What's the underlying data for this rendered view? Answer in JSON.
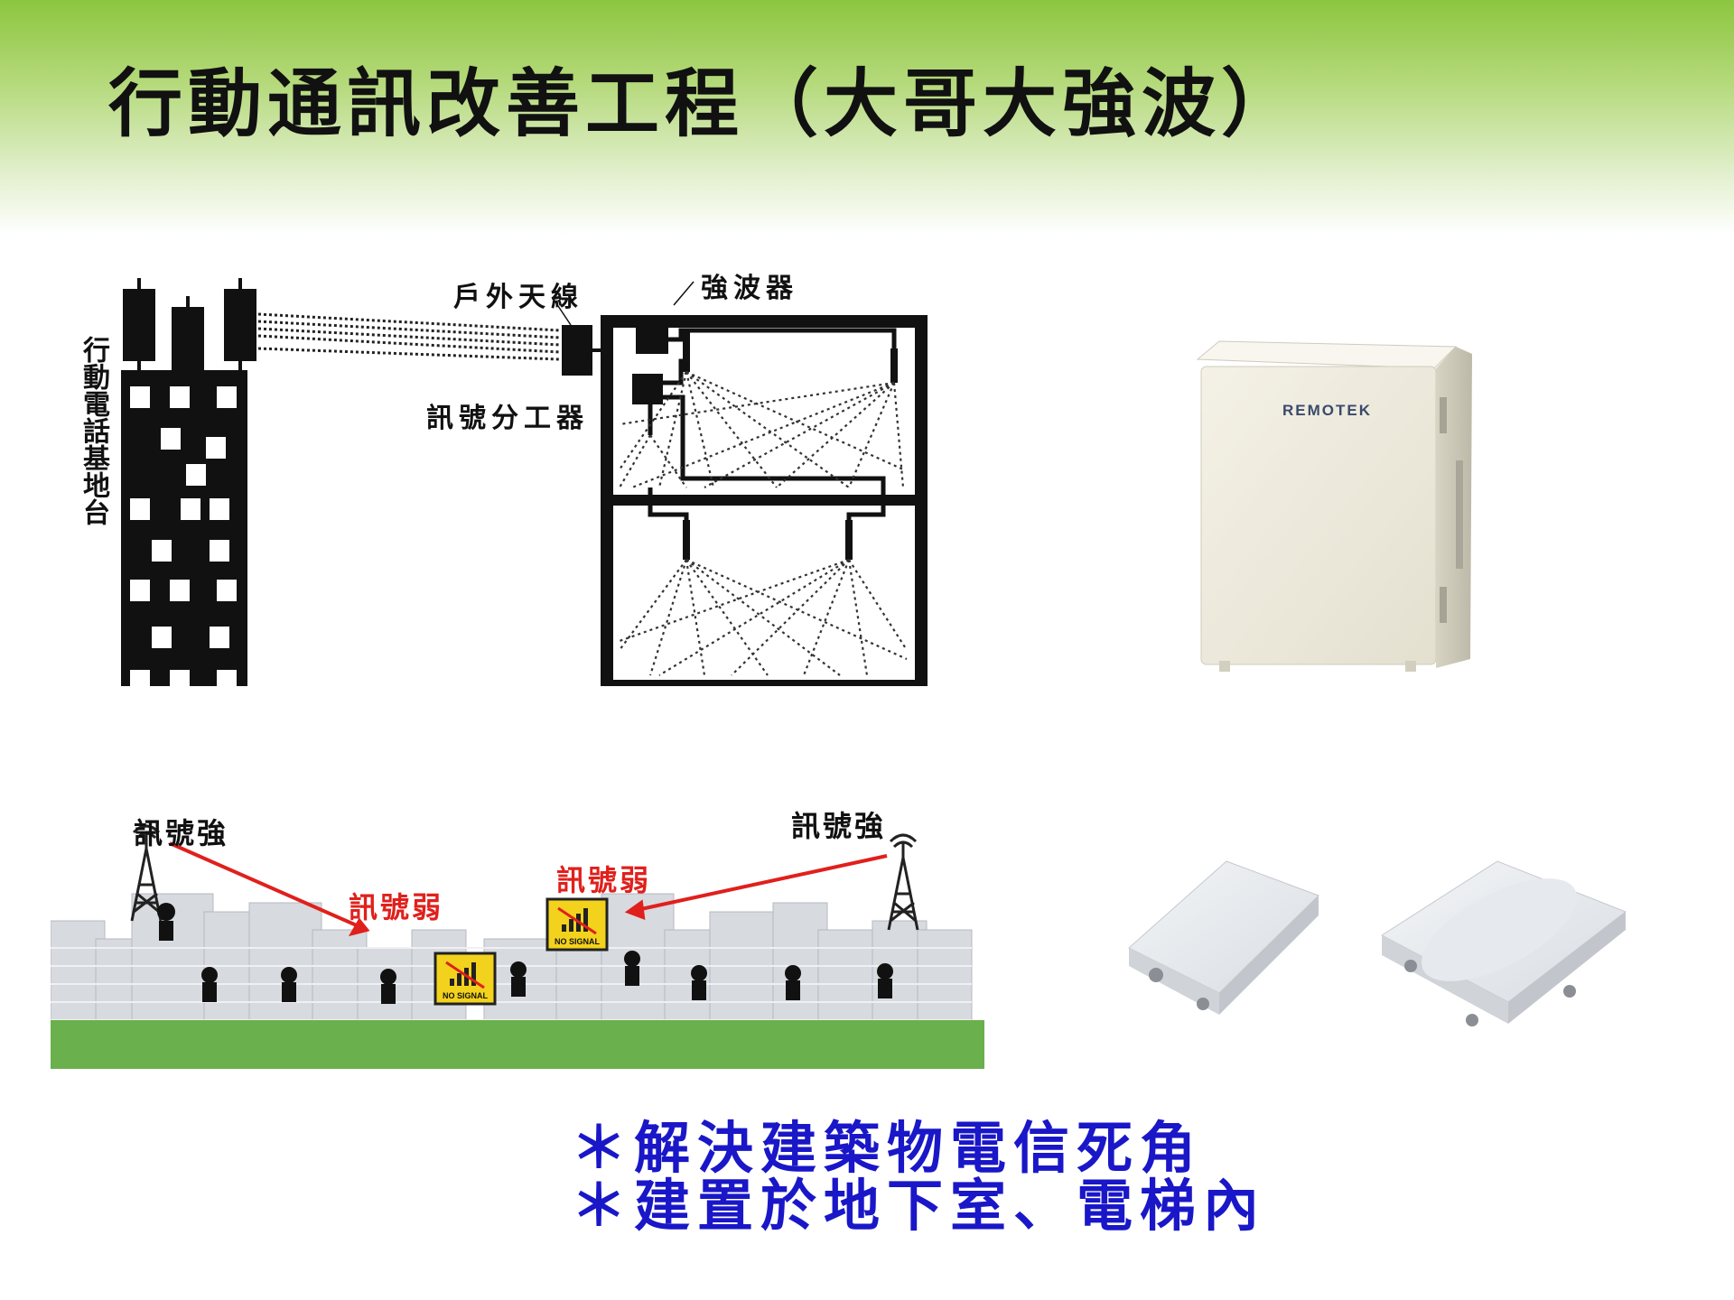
{
  "title": "行動通訊改善工程（大哥大強波）",
  "diagram": {
    "base_station_label": "行動電話基地台",
    "outdoor_antenna_label": "戶外天線",
    "repeater_label": "強波器",
    "splitter_label": "訊號分工器"
  },
  "product": {
    "brand": "REMOTEK"
  },
  "city": {
    "strong_left": "訊號強",
    "strong_right": "訊號強",
    "weak_left": "訊號弱",
    "weak_right": "訊號弱",
    "no_signal_text": "NO SIGNAL"
  },
  "colors": {
    "bullet_text": "#1a17c8",
    "weak_signal": "#e0201c",
    "ground": "#6ab04c",
    "header_green": "#8cc63f"
  },
  "bullets": [
    "＊解決建築物電信死角",
    "＊建置於地下室、電梯內"
  ]
}
